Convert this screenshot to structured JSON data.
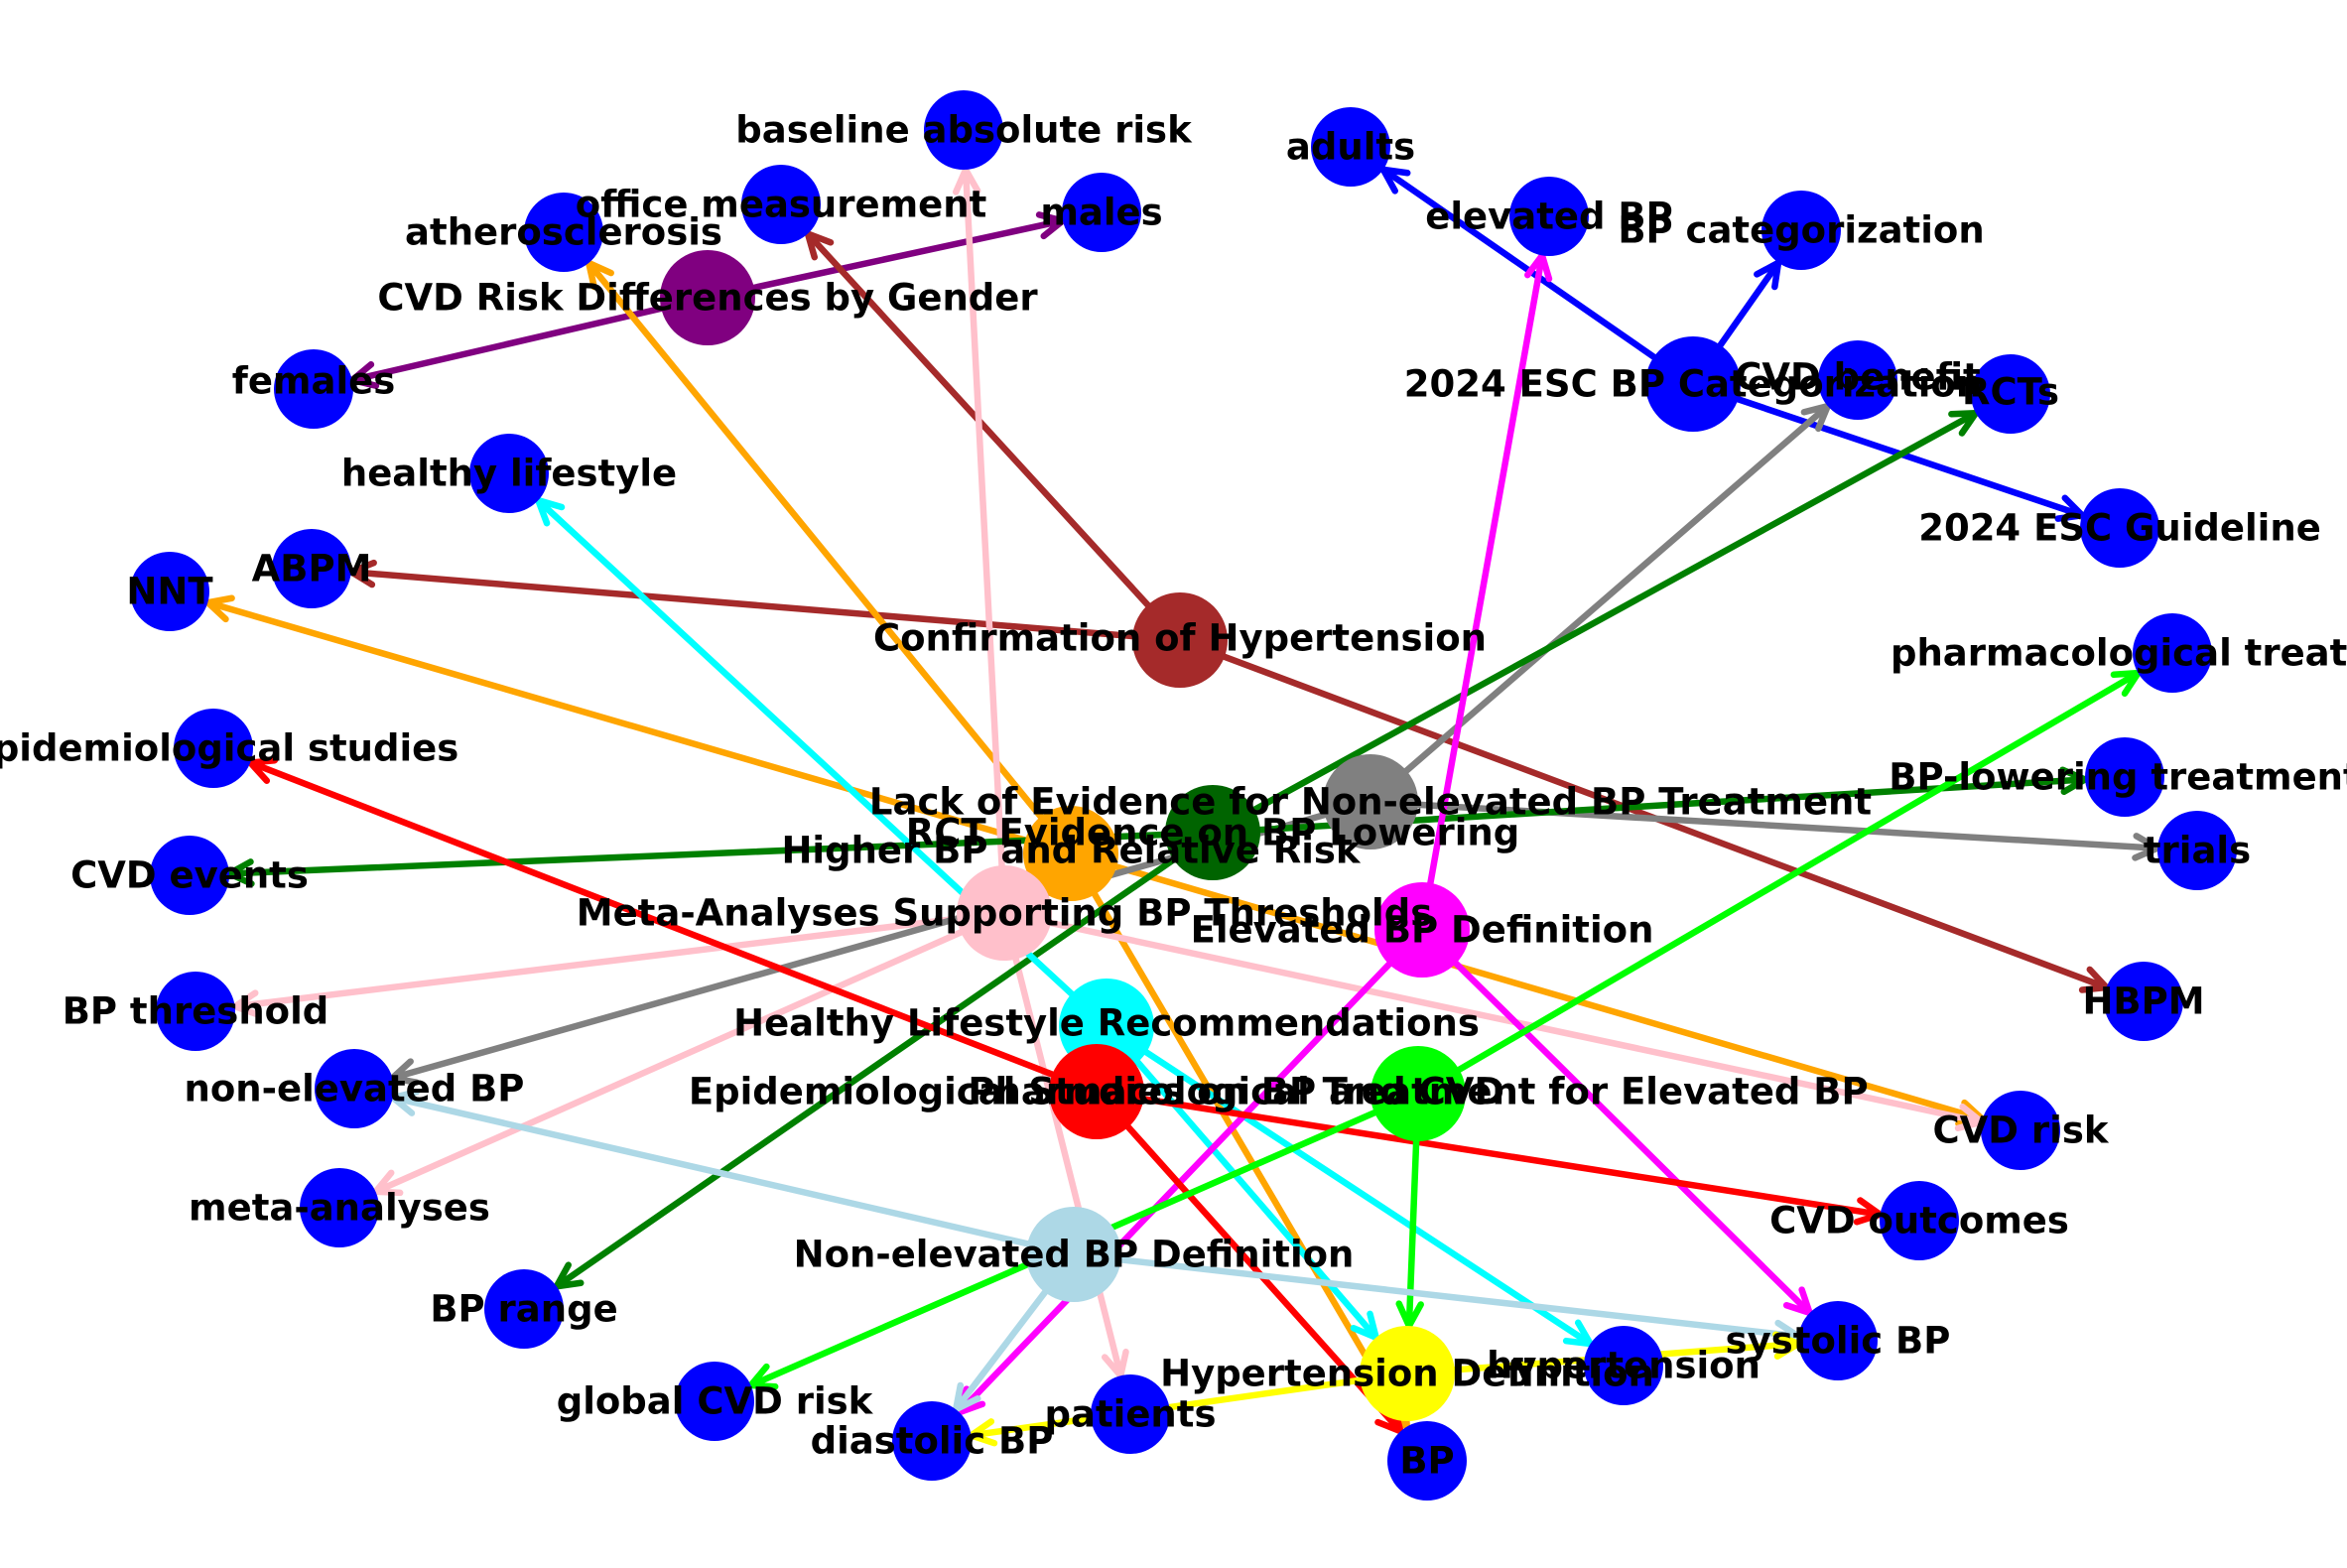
{
  "graph": {
    "nodes": [
      {
        "id": "esc_cat",
        "label": "2024 ESC BP Categorization",
        "color": "#0000ff"
      },
      {
        "id": "adults",
        "label": "adults",
        "color": "#0000ff"
      },
      {
        "id": "elevated_bp",
        "label": "elevated BP",
        "color": "#0000ff"
      },
      {
        "id": "bp_categorization",
        "label": "BP categorization",
        "color": "#0000ff"
      },
      {
        "id": "esc_guideline",
        "label": "2024 ESC Guideline",
        "color": "#0000ff"
      },
      {
        "id": "baseline_abs_risk",
        "label": "baseline absolute risk",
        "color": "#0000ff"
      },
      {
        "id": "office_measurement",
        "label": "office measurement",
        "color": "#0000ff"
      },
      {
        "id": "males",
        "label": "males",
        "color": "#0000ff"
      },
      {
        "id": "atherosclerosis",
        "label": "atherosclerosis",
        "color": "#0000ff"
      },
      {
        "id": "cvd_gender",
        "label": "CVD Risk Differences by Gender",
        "color": "#800080"
      },
      {
        "id": "females",
        "label": "females",
        "color": "#0000ff"
      },
      {
        "id": "cvd_benefit",
        "label": "CVD benefit",
        "color": "#0000ff"
      },
      {
        "id": "rcts",
        "label": "RCTs",
        "color": "#0000ff"
      },
      {
        "id": "healthy_lifestyle",
        "label": "healthy lifestyle",
        "color": "#0000ff"
      },
      {
        "id": "abpm",
        "label": "ABPM",
        "color": "#0000ff"
      },
      {
        "id": "nnt",
        "label": "NNT",
        "color": "#0000ff"
      },
      {
        "id": "confirm_htn",
        "label": "Confirmation of Hypertension",
        "color": "#a52a2a"
      },
      {
        "id": "pharm_treatment",
        "label": "pharmacological treatment",
        "color": "#0000ff"
      },
      {
        "id": "epi_studies",
        "label": "epidemiological studies",
        "color": "#0000ff"
      },
      {
        "id": "bp_lowering_treatment",
        "label": "BP-lowering treatment",
        "color": "#0000ff"
      },
      {
        "id": "lack_evidence",
        "label": "Lack of Evidence for Non-elevated BP Treatment",
        "color": "#808080"
      },
      {
        "id": "rct_evidence",
        "label": "RCT Evidence on BP Lowering",
        "color": "#006400"
      },
      {
        "id": "higher_bp",
        "label": "Higher BP and Relative Risk",
        "color": "#ffa500"
      },
      {
        "id": "cvd_events",
        "label": "CVD events",
        "color": "#0000ff"
      },
      {
        "id": "trials",
        "label": "trials",
        "color": "#0000ff"
      },
      {
        "id": "meta_thresholds",
        "label": "Meta-Analyses Supporting BP Thresholds",
        "color": "#ffc0cb"
      },
      {
        "id": "elevated_def",
        "label": "Elevated BP Definition",
        "color": "#ff00ff"
      },
      {
        "id": "hbpm",
        "label": "HBPM",
        "color": "#0000ff"
      },
      {
        "id": "bp_threshold",
        "label": "BP threshold",
        "color": "#0000ff"
      },
      {
        "id": "healthy_rec",
        "label": "Healthy Lifestyle Recommendations",
        "color": "#00ffff"
      },
      {
        "id": "non_elevated_bp",
        "label": "non-elevated BP",
        "color": "#0000ff"
      },
      {
        "id": "epi_cvd",
        "label": "Epidemiological Studies on BP and CVD",
        "color": "#ff0000"
      },
      {
        "id": "pharm_elevated",
        "label": "Pharmacological Treatment for Elevated BP",
        "color": "#00ff00"
      },
      {
        "id": "cvd_risk",
        "label": "CVD risk",
        "color": "#0000ff"
      },
      {
        "id": "meta_analyses",
        "label": "meta-analyses",
        "color": "#0000ff"
      },
      {
        "id": "cvd_outcomes",
        "label": "CVD outcomes",
        "color": "#0000ff"
      },
      {
        "id": "non_elevated_def",
        "label": "Non-elevated BP Definition",
        "color": "#add8e6"
      },
      {
        "id": "bp_range",
        "label": "BP range",
        "color": "#0000ff"
      },
      {
        "id": "systolic_bp",
        "label": "systolic BP",
        "color": "#0000ff"
      },
      {
        "id": "htn_def",
        "label": "Hypertension Definition",
        "color": "#ffff00"
      },
      {
        "id": "hypertension",
        "label": "hypertension",
        "color": "#0000ff"
      },
      {
        "id": "global_cvd_risk",
        "label": "global CVD risk",
        "color": "#0000ff"
      },
      {
        "id": "patients",
        "label": "patients",
        "color": "#0000ff"
      },
      {
        "id": "diastolic_bp",
        "label": "diastolic BP",
        "color": "#0000ff"
      },
      {
        "id": "bp",
        "label": "BP",
        "color": "#0000ff"
      }
    ],
    "edges": [
      {
        "from": "esc_cat",
        "to": "adults",
        "color": "#0000ff"
      },
      {
        "from": "esc_cat",
        "to": "bp_categorization",
        "color": "#0000ff"
      },
      {
        "from": "esc_cat",
        "to": "esc_guideline",
        "color": "#0000ff"
      },
      {
        "from": "cvd_gender",
        "to": "males",
        "color": "#800080"
      },
      {
        "from": "cvd_gender",
        "to": "females",
        "color": "#800080"
      },
      {
        "from": "confirm_htn",
        "to": "office_measurement",
        "color": "#a52a2a"
      },
      {
        "from": "confirm_htn",
        "to": "abpm",
        "color": "#a52a2a"
      },
      {
        "from": "confirm_htn",
        "to": "hbpm",
        "color": "#a52a2a"
      },
      {
        "from": "higher_bp",
        "to": "atherosclerosis",
        "color": "#ffa500"
      },
      {
        "from": "higher_bp",
        "to": "nnt",
        "color": "#ffa500"
      },
      {
        "from": "higher_bp",
        "to": "cvd_risk",
        "color": "#ffa500"
      },
      {
        "from": "higher_bp",
        "to": "bp",
        "color": "#ffa500"
      },
      {
        "from": "meta_thresholds",
        "to": "baseline_abs_risk",
        "color": "#ffc0cb"
      },
      {
        "from": "meta_thresholds",
        "to": "bp_threshold",
        "color": "#ffc0cb"
      },
      {
        "from": "meta_thresholds",
        "to": "meta_analyses",
        "color": "#ffc0cb"
      },
      {
        "from": "meta_thresholds",
        "to": "cvd_risk",
        "color": "#ffc0cb"
      },
      {
        "from": "meta_thresholds",
        "to": "patients",
        "color": "#ffc0cb"
      },
      {
        "from": "lack_evidence",
        "to": "cvd_benefit",
        "color": "#808080"
      },
      {
        "from": "lack_evidence",
        "to": "trials",
        "color": "#808080"
      },
      {
        "from": "lack_evidence",
        "to": "non_elevated_bp",
        "color": "#808080"
      },
      {
        "from": "rct_evidence",
        "to": "rcts",
        "color": "#008000"
      },
      {
        "from": "rct_evidence",
        "to": "bp_lowering_treatment",
        "color": "#008000"
      },
      {
        "from": "rct_evidence",
        "to": "cvd_events",
        "color": "#008000"
      },
      {
        "from": "rct_evidence",
        "to": "bp_range",
        "color": "#008000"
      },
      {
        "from": "healthy_rec",
        "to": "healthy_lifestyle",
        "color": "#00ffff"
      },
      {
        "from": "healthy_rec",
        "to": "hypertension",
        "color": "#00ffff"
      },
      {
        "from": "healthy_rec",
        "to": "htn_def",
        "color": "#00ffff"
      },
      {
        "from": "elevated_def",
        "to": "elevated_bp",
        "color": "#ff00ff"
      },
      {
        "from": "elevated_def",
        "to": "systolic_bp",
        "color": "#ff00ff"
      },
      {
        "from": "elevated_def",
        "to": "diastolic_bp",
        "color": "#ff00ff"
      },
      {
        "from": "epi_cvd",
        "to": "epi_studies",
        "color": "#ff0000"
      },
      {
        "from": "epi_cvd",
        "to": "cvd_outcomes",
        "color": "#ff0000"
      },
      {
        "from": "epi_cvd",
        "to": "bp",
        "color": "#ff0000"
      },
      {
        "from": "pharm_elevated",
        "to": "pharm_treatment",
        "color": "#00ff00"
      },
      {
        "from": "pharm_elevated",
        "to": "global_cvd_risk",
        "color": "#00ff00"
      },
      {
        "from": "pharm_elevated",
        "to": "htn_def",
        "color": "#00ff00"
      },
      {
        "from": "non_elevated_def",
        "to": "non_elevated_bp",
        "color": "#add8e6"
      },
      {
        "from": "non_elevated_def",
        "to": "systolic_bp",
        "color": "#add8e6"
      },
      {
        "from": "non_elevated_def",
        "to": "diastolic_bp",
        "color": "#add8e6"
      },
      {
        "from": "htn_def",
        "to": "systolic_bp",
        "color": "#ffff00"
      },
      {
        "from": "htn_def",
        "to": "diastolic_bp",
        "color": "#ffff00"
      }
    ]
  }
}
